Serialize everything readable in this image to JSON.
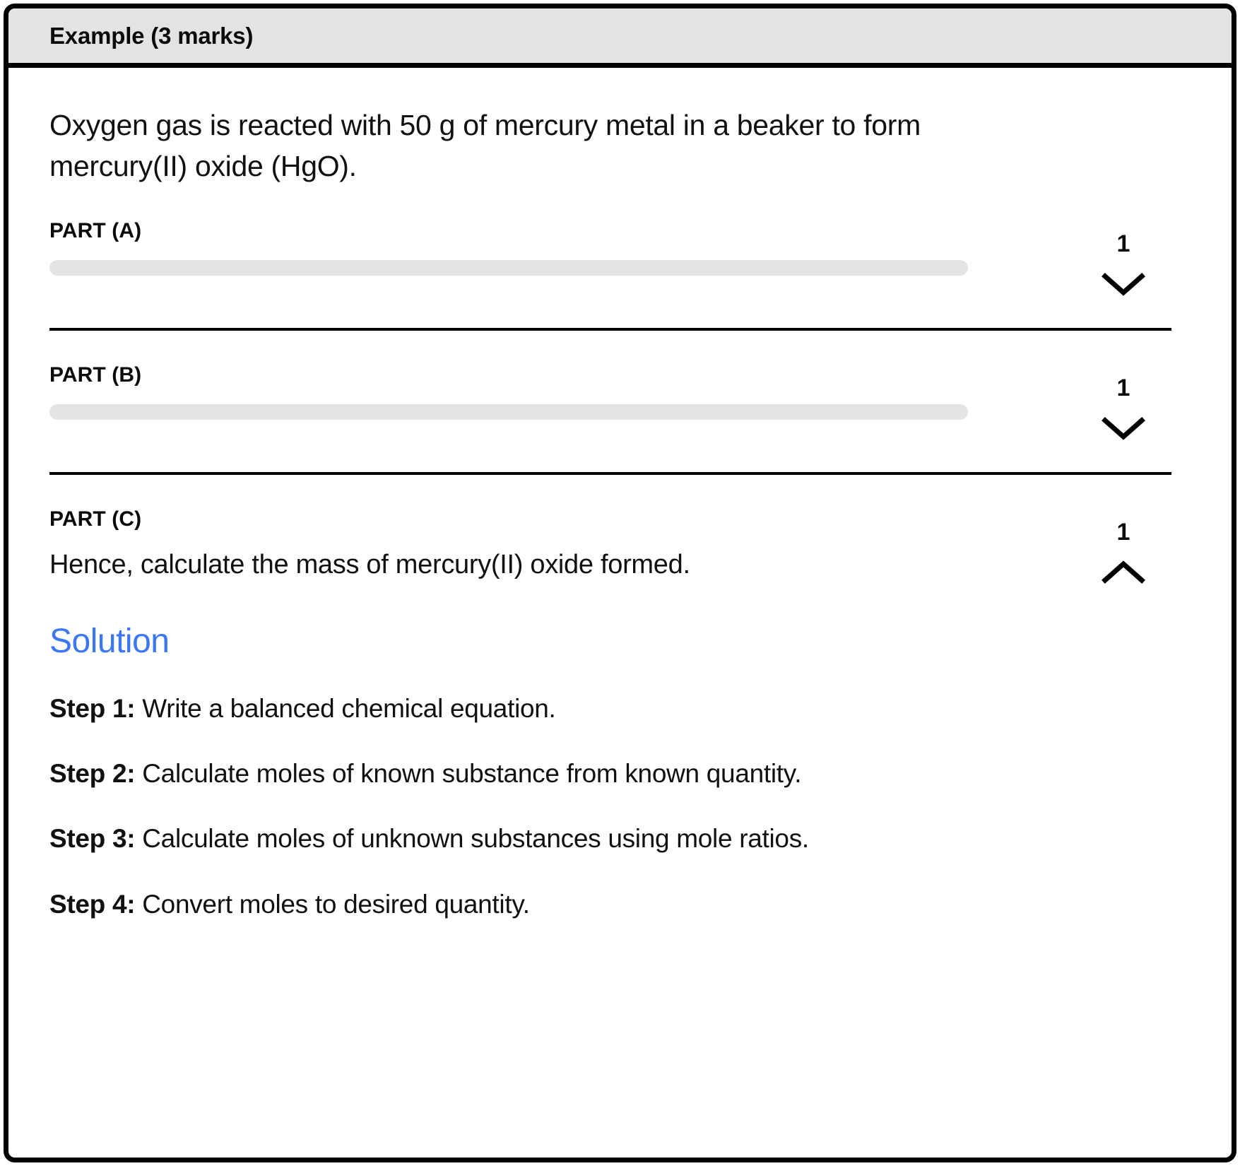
{
  "card": {
    "header_title": "Example (3 marks)",
    "accent_color": "#3B76F3",
    "header_bg": "#E3E3E3",
    "border_color": "#000000",
    "skeleton_color": "#E4E4E4"
  },
  "question": {
    "text": "Oxygen gas is reacted with 50 g of mercury metal in a beaker to form mercury(II) oxide (HgO)."
  },
  "parts": [
    {
      "label": "PART (A)",
      "marks": "1",
      "state": "collapsed",
      "toggle_icon": "chevron-down-icon",
      "prompt": ""
    },
    {
      "label": "PART (B)",
      "marks": "1",
      "state": "collapsed",
      "toggle_icon": "chevron-down-icon",
      "prompt": ""
    },
    {
      "label": "PART (C)",
      "marks": "1",
      "state": "expanded",
      "toggle_icon": "chevron-up-icon",
      "prompt": "Hence, calculate the mass of mercury(II) oxide formed."
    }
  ],
  "solution": {
    "title": "Solution",
    "steps": [
      {
        "prefix": "Step 1:",
        "text": " Write a balanced chemical equation."
      },
      {
        "prefix": "Step 2:",
        "text": " Calculate moles of known substance from known quantity."
      },
      {
        "prefix": "Step 3:",
        "text": " Calculate moles of unknown substances using mole ratios."
      },
      {
        "prefix": "Step 4:",
        "text": " Convert moles to desired quantity."
      }
    ]
  }
}
